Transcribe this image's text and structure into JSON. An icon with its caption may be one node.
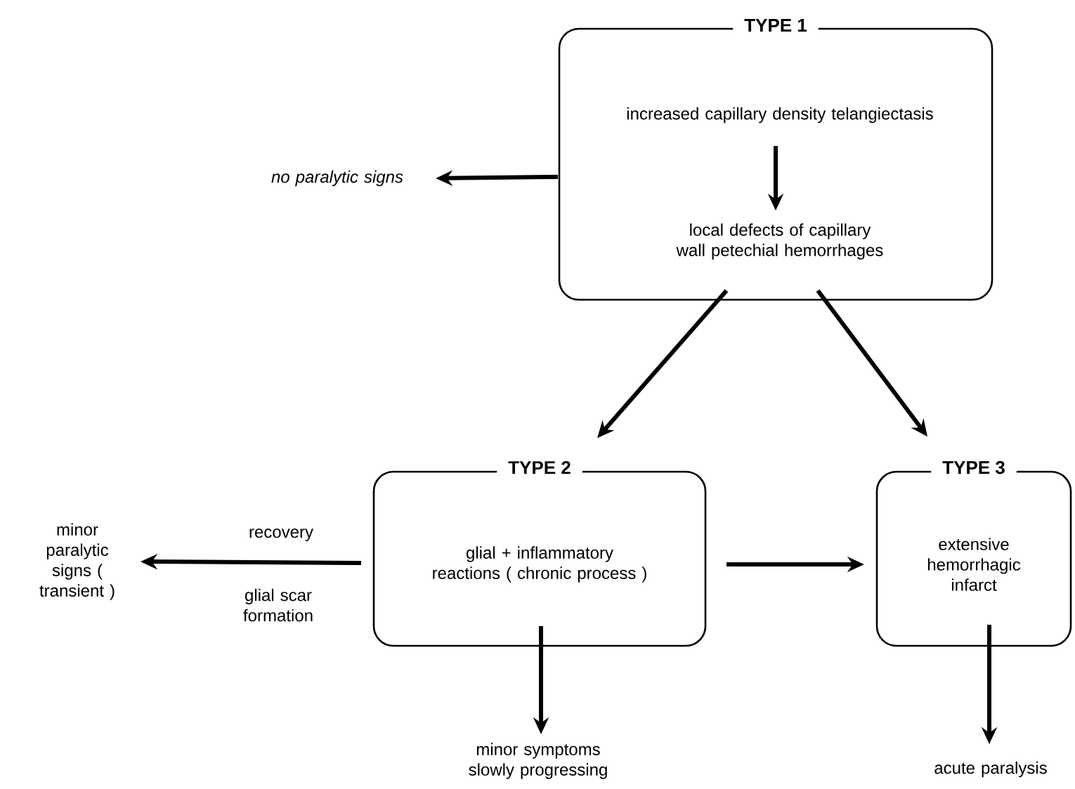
{
  "diagram": {
    "nodes": [
      {
        "text": [
          "TYPE 1"
        ]
      },
      {
        "text": [
          "increased capillary density telangiectasis"
        ],
        "in": 0
      },
      {
        "text": [
          "local defects of capillary wall petechial hemorrhages"
        ],
        "in": 0
      },
      {
        "text": [
          "no paralytic signs"
        ]
      },
      {
        "text": [
          "TYPE 2",
          "glial + inflammatory reactions ( chronic process )"
        ]
      },
      {
        "text": [
          "TYPE 3",
          "extensive hemorrhagic infarct"
        ]
      },
      {
        "text": [
          "minor paralytic signs ( transient )"
        ]
      },
      {
        "text": [
          "minor symptoms slowly progressing"
        ]
      },
      {
        "text": [
          "acute paralysis"
        ]
      }
    ],
    "edges": [
      {
        "from": 1,
        "to": 2,
        "arrow": "to"
      },
      {
        "from": 0,
        "to": 3,
        "arrow": "to"
      },
      {
        "from": 0,
        "to": 4,
        "arrow": "to"
      },
      {
        "from": 0,
        "to": 5,
        "arrow": "to"
      },
      {
        "from": 4,
        "to": 6,
        "arrow": "to",
        "label": "recovery"
      },
      {
        "from": 4,
        "to": 5,
        "arrow": "to"
      },
      {
        "from": 4,
        "to": 7,
        "arrow": "to"
      },
      {
        "from": 5,
        "to": 8,
        "arrow": "to"
      }
    ],
    "labels": [
      "glial scar formation"
    ]
  }
}
